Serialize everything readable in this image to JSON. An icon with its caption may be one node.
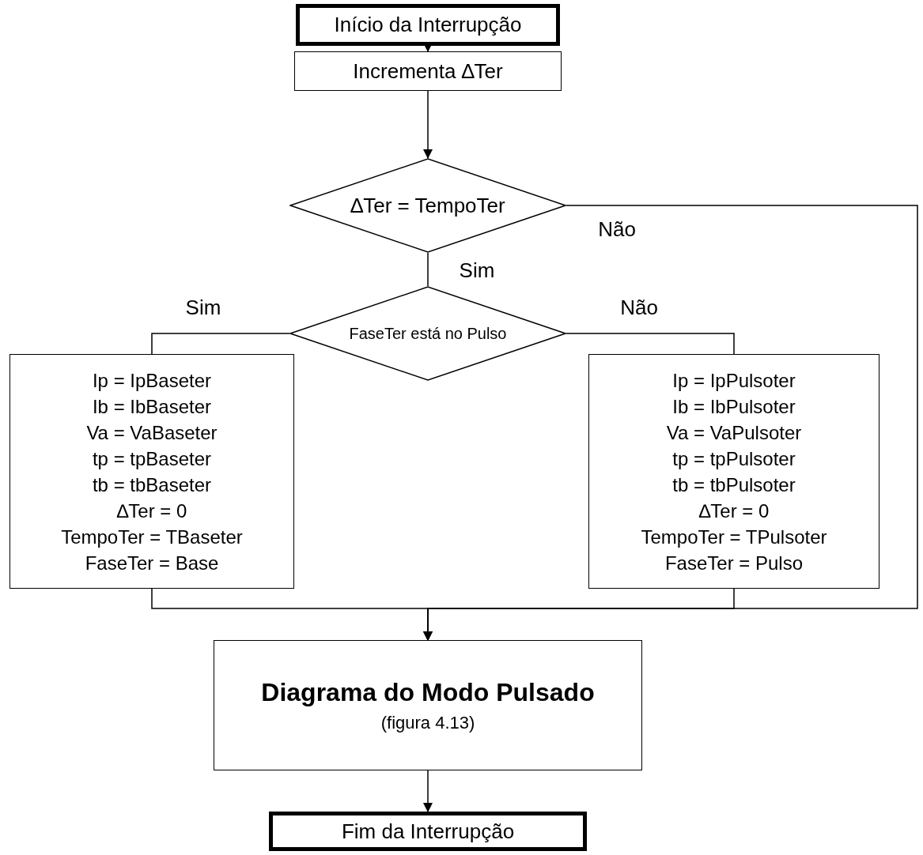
{
  "diagram": {
    "nodes": [
      {
        "text": [
          "Início da Interrupção"
        ]
      },
      {
        "text": [
          "Incrementa ∆Ter"
        ]
      },
      {
        "text": [
          "∆Ter = TempoTer"
        ]
      },
      {
        "text": [
          "FaseTer está no Pulso"
        ]
      },
      {
        "text": [
          "Ip = IpBaseter",
          "Ib = IbBaseter",
          "Va = VaBaseter",
          "tp = tpBaseter",
          "tb = tbBaseter",
          "∆Ter = 0",
          "TempoTer = TBaseter",
          "FaseTer = Base"
        ]
      },
      {
        "text": [
          "Ip = IpPulsoter",
          "Ib = IbPulsoter",
          "Va = VaPulsoter",
          "tp = tpPulsoter",
          "tb = tbPulsoter",
          "∆Ter = 0",
          "TempoTer = TPulsoter",
          "FaseTer = Pulso"
        ]
      },
      {
        "text": [
          "Diagrama do Modo Pulsado",
          "(figura 4.13)"
        ]
      },
      {
        "text": [
          "Fim da Interrupção"
        ]
      }
    ],
    "edges": [
      {
        "from": 0,
        "to": 1,
        "arrow": "to"
      },
      {
        "from": 1,
        "to": 2,
        "arrow": "to"
      },
      {
        "from": 2,
        "to": 3,
        "arrow": "none",
        "label": "Sim"
      },
      {
        "from": 3,
        "to": 4,
        "arrow": "none",
        "label": "Sim"
      },
      {
        "from": 3,
        "to": 5,
        "arrow": "none",
        "label": "Não"
      },
      {
        "from": 2,
        "to": 6,
        "arrow": "to",
        "label": "Não"
      },
      {
        "from": 4,
        "to": 6,
        "arrow": "to"
      },
      {
        "from": 5,
        "to": 6,
        "arrow": "to"
      },
      {
        "from": 6,
        "to": 7,
        "arrow": "to"
      }
    ]
  }
}
